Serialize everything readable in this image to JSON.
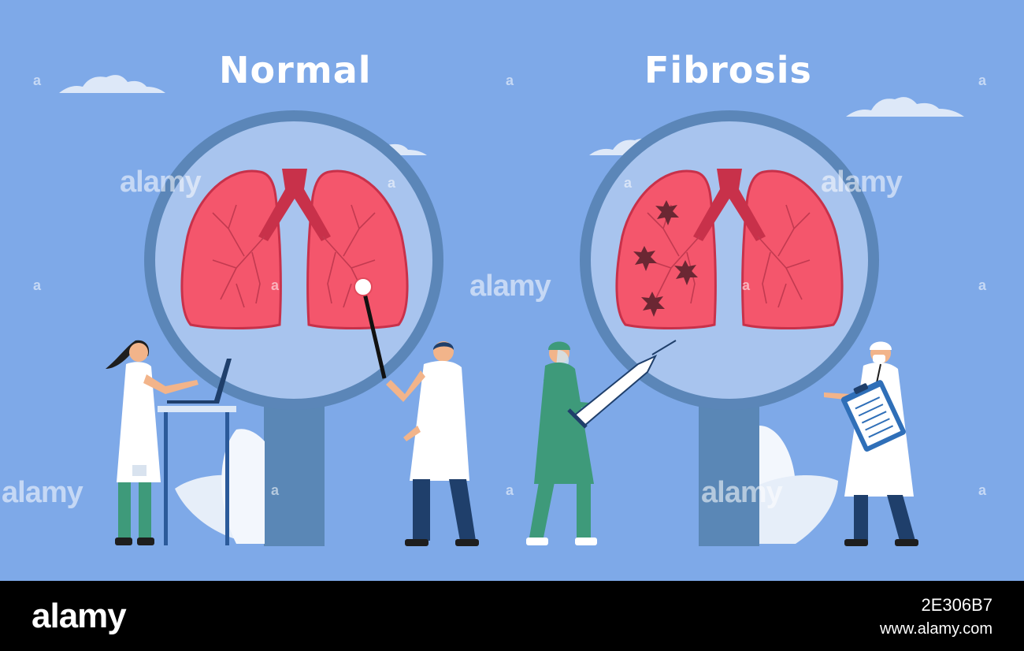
{
  "titles": {
    "left": "Normal",
    "right": "Fibrosis"
  },
  "watermark": {
    "big": "alamy",
    "small": "a"
  },
  "footer": {
    "brand": "alamy",
    "image_id": "2E306B7",
    "url": "www.alamy.com"
  },
  "colors": {
    "background": "#7ea9e8",
    "lens_fill": "#a8c4ee",
    "lens_ring": "#5b86b8",
    "lung": "#f4566c",
    "trachea": "#c8314a",
    "fibrosis_spot": "#6b2733",
    "scrub_green": "#3e9a7a",
    "footer": "#000000"
  }
}
